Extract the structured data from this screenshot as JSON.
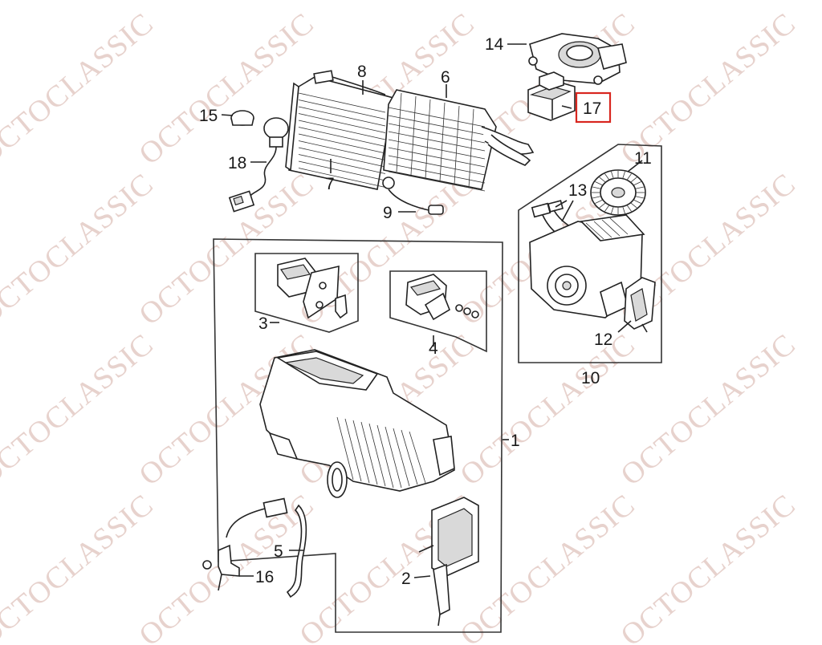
{
  "watermark": {
    "text": "OCTOCLASSIC",
    "color": "#e7d2cd"
  },
  "highlight_color": "#d8261f",
  "callouts": {
    "c1": "1",
    "c2": "2",
    "c3": "3",
    "c4": "4",
    "c5": "5",
    "c6": "6",
    "c7": "7",
    "c8": "8",
    "c9": "9",
    "c10": "10",
    "c11": "11",
    "c12": "12",
    "c13": "13",
    "c14": "14",
    "c15": "15",
    "c16": "16",
    "c17": "17",
    "c18": "18"
  },
  "highlighted_part": "17"
}
